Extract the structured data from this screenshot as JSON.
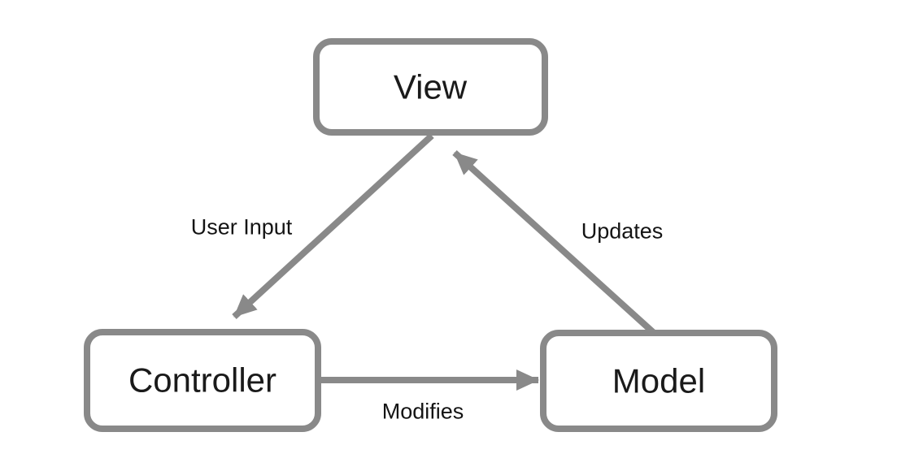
{
  "diagram": {
    "type": "architecture-diagram",
    "pattern": "Model-View-Controller",
    "nodes": [
      {
        "id": "view",
        "label": "View"
      },
      {
        "id": "controller",
        "label": "Controller"
      },
      {
        "id": "model",
        "label": "Model"
      }
    ],
    "edges": [
      {
        "from": "view",
        "to": "controller",
        "label": "User Input"
      },
      {
        "from": "model",
        "to": "view",
        "label": "Updates"
      },
      {
        "from": "controller",
        "to": "model",
        "label": "Modifies"
      }
    ],
    "colors": {
      "shape_stroke": "#898989",
      "node_fill": "#FFFFFF",
      "text": "#1A1A1A",
      "background": "#FFFFFF"
    }
  }
}
